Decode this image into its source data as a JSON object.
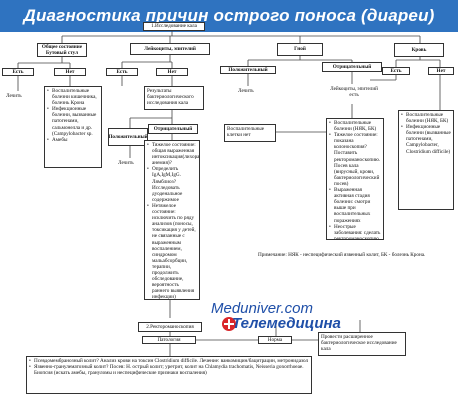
{
  "title": "Диагностика причин острого поноса (диареи)",
  "nodes": {
    "start": "1.Исследование кала",
    "leukocytes": "Лейкоциты, эпителий",
    "mucus_pus": "Гной",
    "blood": "Кровь",
    "lab_state": "Общее состояние Бутовый стул",
    "yes_left": "Есть",
    "no_left": "Нет",
    "normal_left": "Лечить",
    "left_list": [
      "Воспалительные болезни кишечника, болезнь Крона",
      "Инфекционные болезни, вызванные патогенами, сальмонелла и др.(Campylobacter sp.",
      "Амебы"
    ],
    "yes_mid": "Есть",
    "no_mid": "Нет",
    "mid_results": "Результаты бактериологического исследования кала",
    "positive_left": "Положительный",
    "treat_mid": "Лечить",
    "negative_mid": "Отрицательный",
    "negative_mid_list": [
      "Тяжелое состояние: общая выраженная интоксикация(лихорадка, анемия)?",
      "Определить IgA,IgM,IgG. Лямблиоз? Исследовать дуоденальное содержимое",
      "Нетяжелое состояние: исключить по ряду анализов (поносы, токсикация у детей, не связанные с выраженным воспалением, синдромом мальабсорбции, терапии, продолжить обследование, вероятность раннего выявления инфекции)"
    ],
    "inflam_none": "Воспалительные клетки нет",
    "positive_right": "Положительный",
    "treat_right": "Лечить",
    "negative_right": "Отрицательный",
    "leuko_epithel": "Лейкоциты, эпителий есть",
    "negative_right_list": [
      "Воспалительные болезни (НЯК, БК)",
      "Тяжелое состояние: показана колоноскопия? Поставить ректороманоскопию. Посев кала (вирусный, крови, бактериологический посев)",
      "Выраженная активная стадия болезни: смотри выше при воспалительных поражениях",
      "Неострые заболевания: сделать ректороманоскопию с биопсией"
    ],
    "yes_right": "Есть",
    "no_right": "Нет",
    "blood_list": [
      "Воспалительные болезни (НЯК, БК)",
      "Инфекционные болезни (вызванные патогенами, Campylobacter, Clostridium difficile)"
    ],
    "note": "Примечание: НЯК - неспецифический язвенный колит, БК - болезнь Крона.",
    "step2": "2.Ректороманоскопия",
    "pathology": "Патология",
    "norm": "Норма",
    "right_bottom": "Провести расширенное бактериологическое исследование кала",
    "bottom_list": [
      "Псевдомембранозный колит? Анализ крови на токсин Clostridium difficile. Лечение: ванкомицин/бацитрацин, метронидазол",
      "Язвенно-гранулематозный колит? Посев: Н. острый колит; уретрит, колит на Chlamydia trachomatis, Neisseria gonorrhoeae. Биопсия (искать амебы, грануломы и неспецифические признаки воспаления)"
    ]
  },
  "watermark": {
    "site": "Meduniver.com",
    "sub": "Телемедицина"
  }
}
